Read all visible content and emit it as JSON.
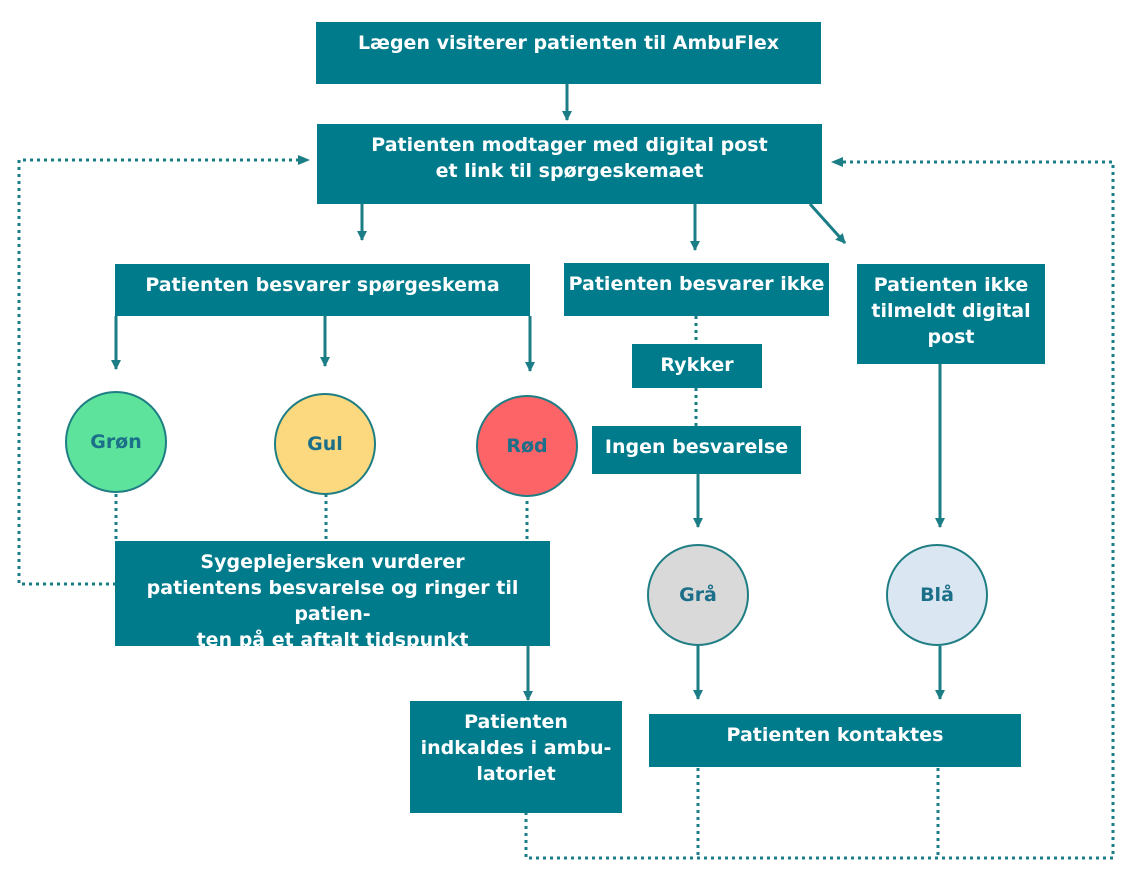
{
  "boxes": {
    "referral": "Lægen visiterer patienten til AmbuFlex",
    "digital_post": [
      "Patienten modtager med digital post",
      "et link til spørgeskemaet"
    ],
    "answers": "Patienten besvarer spørgeskema",
    "no_answer": "Patienten besvarer ikke",
    "not_registered": [
      "Patienten ikke",
      "tilmeldt digital",
      "post"
    ],
    "reminder": "Rykker",
    "no_response": "Ingen besvarelse",
    "nurse": [
      "Sygeplejersken vurderer",
      "patientens besvarelse og ringer til patien-",
      "ten på et aftalt tidspunkt"
    ],
    "summoned": [
      "Patienten",
      "indkaldes i ambu-",
      "latoriet"
    ],
    "contacted": "Patienten kontaktes"
  },
  "circles": {
    "green": "Grøn",
    "yellow": "Gul",
    "red": "Rød",
    "grey": "Grå",
    "blue": "Blå"
  },
  "colors": {
    "box": "#007b8c",
    "line": "#1b7d86",
    "green": "#5ee39c",
    "yellow": "#fcd97e",
    "red": "#fc6467",
    "grey": "#d9d9d9",
    "blue": "#dae7f2"
  }
}
